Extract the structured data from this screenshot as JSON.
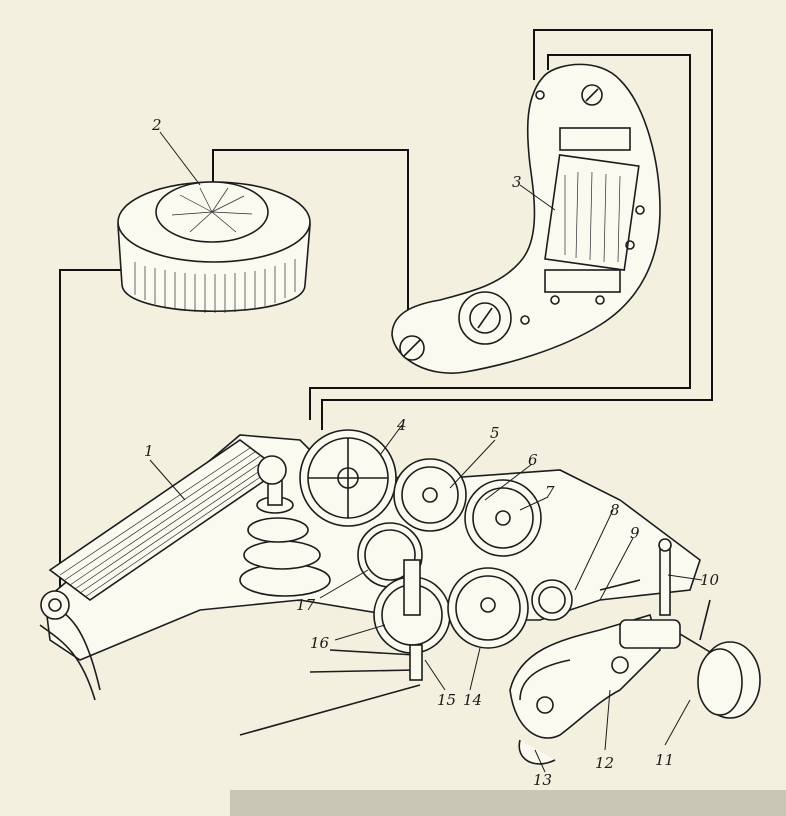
{
  "diagram": {
    "part_labels": [
      {
        "id": "label-1",
        "text": "1"
      },
      {
        "id": "label-2",
        "text": "2"
      },
      {
        "id": "label-3",
        "text": "3"
      },
      {
        "id": "label-4",
        "text": "4"
      },
      {
        "id": "label-5",
        "text": "5"
      },
      {
        "id": "label-6",
        "text": "6"
      },
      {
        "id": "label-7",
        "text": "7"
      },
      {
        "id": "label-8",
        "text": "8"
      },
      {
        "id": "label-9",
        "text": "9"
      },
      {
        "id": "label-10",
        "text": "10"
      },
      {
        "id": "label-11",
        "text": "11"
      },
      {
        "id": "label-12",
        "text": "12"
      },
      {
        "id": "label-13",
        "text": "13"
      },
      {
        "id": "label-14",
        "text": "14"
      },
      {
        "id": "label-15",
        "text": "15"
      },
      {
        "id": "label-16",
        "text": "16"
      },
      {
        "id": "label-17",
        "text": "17"
      }
    ]
  },
  "colors": {
    "paper": "#f3f0df",
    "ink": "#1c1c1c"
  }
}
